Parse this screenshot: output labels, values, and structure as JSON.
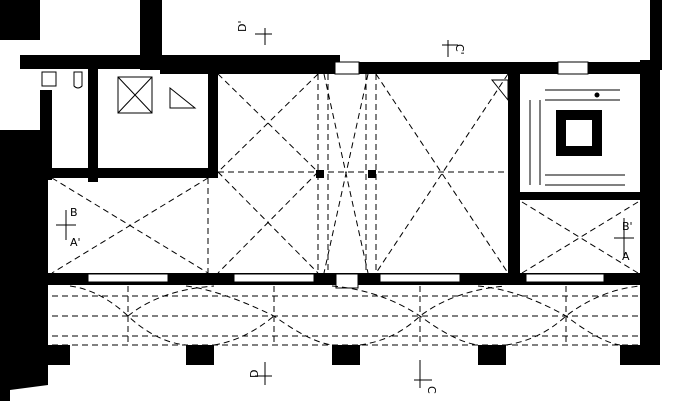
{
  "title": "Floor plan",
  "section_marks": {
    "top_d": "D'",
    "top_c": "C'",
    "left_b": "B",
    "left_a": "A'",
    "right_b": "B'",
    "right_a": "A",
    "bottom_d": "D",
    "bottom_c": "C"
  },
  "colors": {
    "wall": "#000000",
    "background": "#ffffff"
  }
}
